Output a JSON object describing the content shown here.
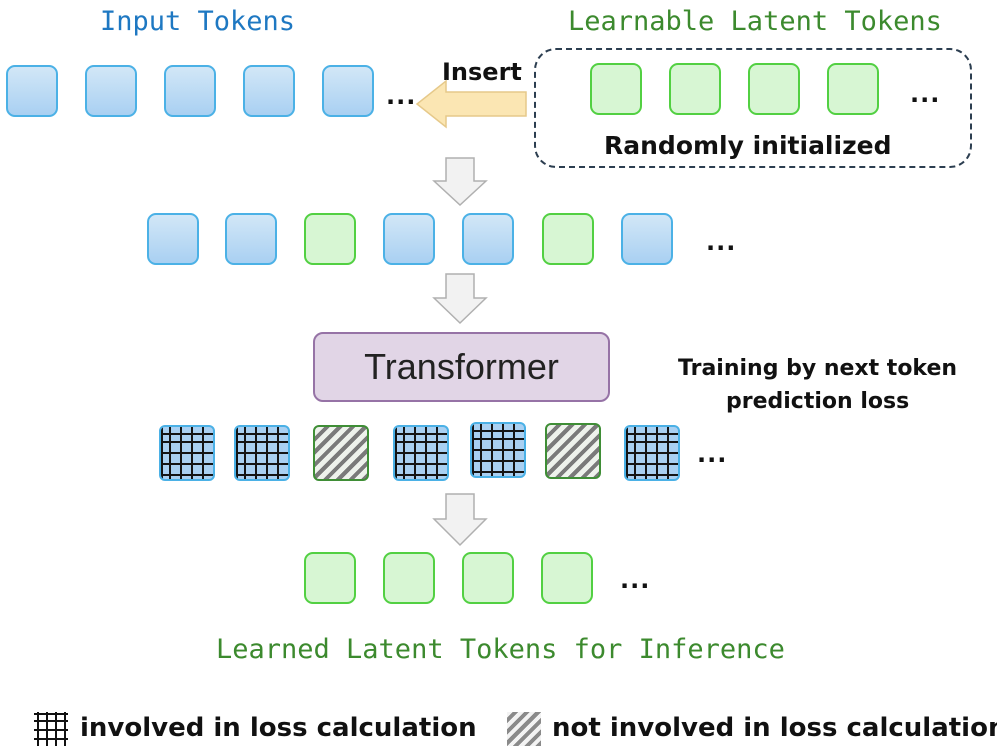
{
  "labels": {
    "input_tokens": "Input Tokens",
    "learnable_latent_tokens": "Learnable Latent Tokens",
    "insert": "Insert",
    "randomly_initialized": "Randomly initialized",
    "transformer": "Transformer",
    "training_note": [
      "Training by next token",
      "prediction loss"
    ],
    "learned_latent_tokens": "Learned Latent Tokens for Inference",
    "ellipsis": "..."
  },
  "rows": {
    "input": [
      "input",
      "input",
      "input",
      "input",
      "input"
    ],
    "latent": [
      "latent",
      "latent",
      "latent",
      "latent"
    ],
    "combined": [
      "input",
      "input",
      "latent",
      "input",
      "input",
      "latent",
      "input"
    ],
    "output": [
      "loss",
      "loss",
      "no-loss",
      "loss",
      "loss",
      "no-loss",
      "loss"
    ],
    "learned": [
      "latent",
      "latent",
      "latent",
      "latent"
    ]
  },
  "legend": {
    "involved": "involved in loss calculation",
    "not_involved": "not involved in loss calculation"
  },
  "colors": {
    "input_title": "#1e78c2",
    "latent_title": "#3c8a2e",
    "input_token_border": "#4bb1e6",
    "latent_token_border": "#52d042",
    "insert_arrow": "#fbe6b3",
    "transformer_fill": "#e1d5e6",
    "transformer_border": "#9673a6"
  }
}
